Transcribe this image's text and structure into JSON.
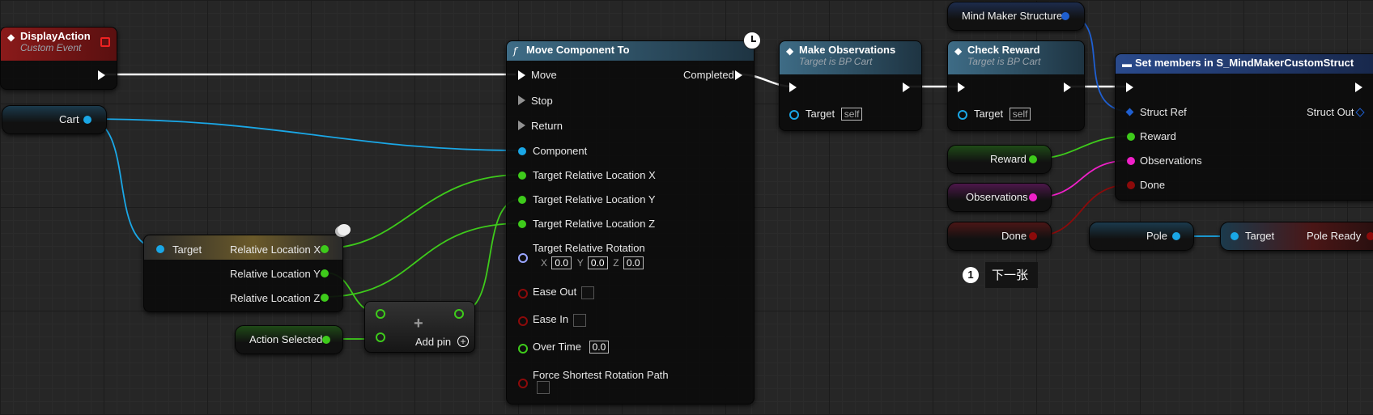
{
  "colors": {
    "exec": "#ffffff",
    "object": "#1aa7e6",
    "float": "#3ecb1b",
    "bool": "#8c0a0a",
    "struct": "#1f5fd1",
    "string": "#f020c8",
    "event_header": "#8a1a1a",
    "func_header": "#3e6c86"
  },
  "display_action": {
    "title": "DisplayAction",
    "subtitle": "Custom Event",
    "icon": "event-icon"
  },
  "cart": {
    "label": "Cart"
  },
  "break_vector": {
    "target": "Target",
    "x": "Relative Location X",
    "y": "Relative Location Y",
    "z": "Relative Location Z"
  },
  "action_selected": {
    "label": "Action Selected"
  },
  "add_node": {
    "add_pin": "Add pin",
    "plus": "+"
  },
  "move_component": {
    "title": "Move Component To",
    "icon": "f",
    "move": "Move",
    "stop": "Stop",
    "return": "Return",
    "completed": "Completed",
    "component": "Component",
    "tx": "Target Relative Location X",
    "ty": "Target Relative Location Y",
    "tz": "Target Relative Location Z",
    "rot": "Target Relative Rotation",
    "rx_label": "X",
    "ry_label": "Y",
    "rz_label": "Z",
    "rx": "0.0",
    "ry": "0.0",
    "rz": "0.0",
    "ease_out": "Ease Out",
    "ease_in": "Ease In",
    "over_time": "Over Time",
    "over_time_value": "0.0",
    "force": "Force Shortest Rotation Path"
  },
  "make_obs": {
    "title": "Make Observations",
    "subtitle": "Target is BP Cart",
    "target": "Target",
    "self": "self"
  },
  "check_reward": {
    "title": "Check Reward",
    "subtitle": "Target is BP Cart",
    "target": "Target",
    "self": "self"
  },
  "mind_maker": {
    "label": "Mind Maker Structure"
  },
  "set_members": {
    "title": "Set members in S_MindMakerCustomStruct",
    "struct_ref": "Struct Ref",
    "struct_out": "Struct Out",
    "reward": "Reward",
    "observations": "Observations",
    "done": "Done"
  },
  "reward_var": {
    "label": "Reward"
  },
  "observations_var": {
    "label": "Observations"
  },
  "done_var": {
    "label": "Done"
  },
  "pole_var": {
    "label": "Pole"
  },
  "pole_ready": {
    "target": "Target",
    "out": "Pole Ready"
  },
  "comment": {
    "badge": "1",
    "text": "下一张"
  }
}
